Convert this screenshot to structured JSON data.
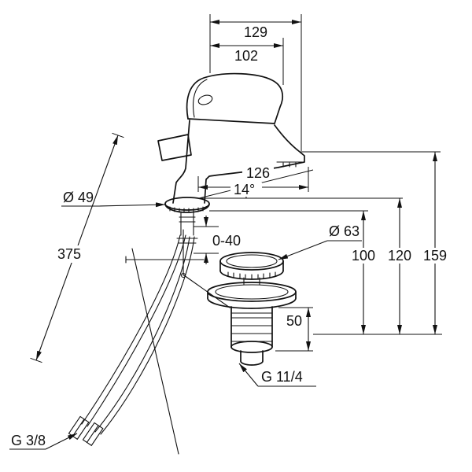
{
  "drawing": {
    "type": "faucet-installation-dimensions",
    "labels": {
      "dim_129": "129",
      "dim_102": "102",
      "dim_126": "126",
      "angle_14": "14°",
      "dia_49": "Ø 49",
      "range_0_40": "0-40",
      "dia_63": "Ø 63",
      "dim_375": "375",
      "dim_100": "100",
      "dim_120": "120",
      "dim_159": "159",
      "dim_50": "50",
      "thread_drain": "G 11/4",
      "thread_hose": "G 3/8"
    }
  }
}
